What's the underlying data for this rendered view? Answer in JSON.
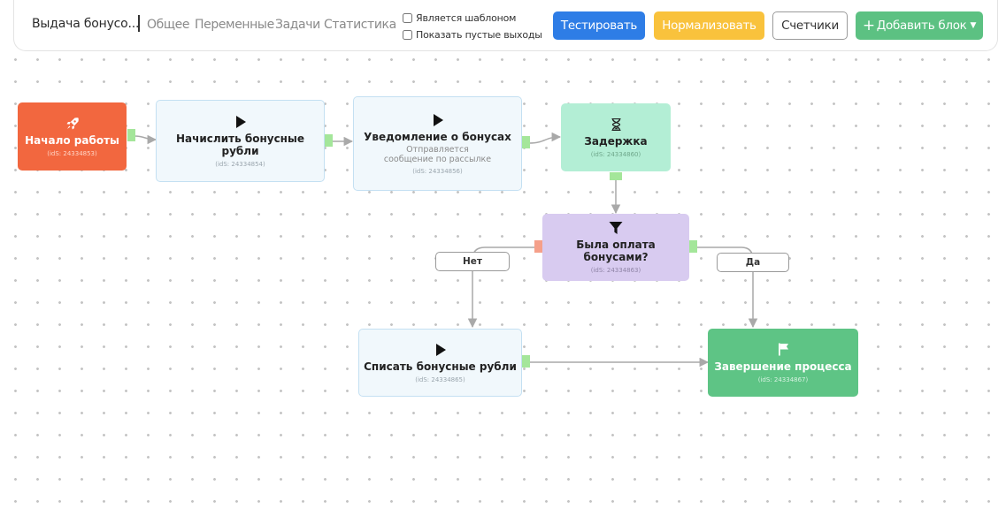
{
  "toolbar": {
    "title": "Выдача бонусо...",
    "tabs": [
      "Общее",
      "Переменные",
      "Задачи",
      "Статистика"
    ],
    "checkbox_template": "Является шаблоном",
    "checkbox_empty_outputs": "Показать пустые выходы",
    "btn_test": "Тестировать",
    "btn_normalize": "Нормализовать",
    "btn_counters": "Счетчики",
    "btn_add": "Добавить блок"
  },
  "colors": {
    "start": "#f2673f",
    "action_bg": "#f1f8fc",
    "delay_bg": "#b3eed5",
    "condition_bg": "#d8cbf0",
    "end_bg": "#5ec485",
    "port_green": "#a4e69a",
    "port_red": "#f5a08a",
    "edge": "#a9a9a9"
  },
  "nodes": {
    "start": {
      "icon": "rocket-icon",
      "title": "Начало работы",
      "id_text": "(idS: 24334853)"
    },
    "accrue": {
      "icon": "play-icon",
      "title": "Начислить бонусные рубли",
      "id_text": "(idS: 24334854)"
    },
    "notify": {
      "icon": "play-icon",
      "title": "Уведомление о бонусах",
      "desc": "Отправляется сообщение по рассылке",
      "id_text": "(idS: 24334856)"
    },
    "delay": {
      "icon": "hourglass-icon",
      "title": "Задержка",
      "id_text": "(idS: 24334860)"
    },
    "condition": {
      "icon": "filter-icon",
      "title": "Была оплата бонусами?",
      "id_text": "(idS: 24334863)"
    },
    "writeoff": {
      "icon": "play-icon",
      "title": "Списать бонусные рубли",
      "id_text": "(idS: 24334865)"
    },
    "finish": {
      "icon": "flag-icon",
      "title": "Завершение процесса",
      "id_text": "(idS: 24334867)"
    }
  },
  "edge_labels": {
    "no": "Нет",
    "yes": "Да"
  }
}
